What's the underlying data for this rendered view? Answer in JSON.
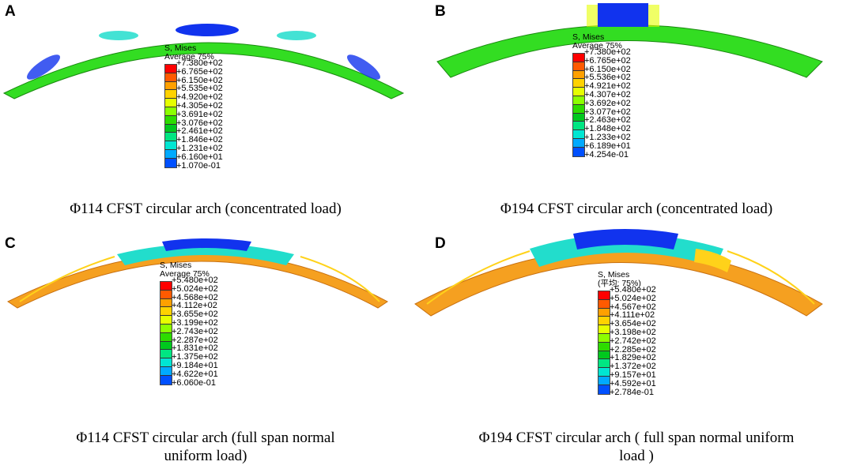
{
  "panels": [
    {
      "label": "A",
      "legend_title": "S, Mises",
      "legend_subtitle": "Average 75%",
      "legend_values": [
        "+7.380e+02",
        "+6.765e+02",
        "+6.150e+02",
        "+5.535e+02",
        "+4.920e+02",
        "+4.305e+02",
        "+3.691e+02",
        "+3.076e+02",
        "+2.461e+02",
        "+1.846e+02",
        "+1.231e+02",
        "+6.160e+01",
        "+1.070e-01"
      ],
      "caption": "Φ114 CFST circular arch (concentrated load)"
    },
    {
      "label": "B",
      "legend_title": "S, Mises",
      "legend_subtitle": "Average 75%",
      "legend_values": [
        "+7.380e+02",
        "+6.765e+02",
        "+6.150e+02",
        "+5.536e+02",
        "+4.921e+02",
        "+4.307e+02",
        "+3.692e+02",
        "+3.077e+02",
        "+2.463e+02",
        "+1.848e+02",
        "+1.233e+02",
        "+6.189e+01",
        "+4.254e-01"
      ],
      "caption": "Φ194 CFST circular arch (concentrated load)"
    },
    {
      "label": "C",
      "legend_title": "S, Mises",
      "legend_subtitle": "Average 75%",
      "legend_values": [
        "+5.480e+02",
        "+5.024e+02",
        "+4.568e+02",
        "+4.112e+02",
        "+3.655e+02",
        "+3.199e+02",
        "+2.743e+02",
        "+2.287e+02",
        "+1.831e+02",
        "+1.375e+02",
        "+9.184e+01",
        "+4.622e+01",
        "+6.060e-01"
      ],
      "caption_lines": [
        "Φ114 CFST circular arch (full span normal",
        "uniform load)"
      ]
    },
    {
      "label": "D",
      "legend_title": "S, Mises",
      "legend_subtitle": "(平均: 75%)",
      "legend_values": [
        "+5.480e+02",
        "+5.024e+02",
        "+4.567e+02",
        "+4.111e+02",
        "+3.654e+02",
        "+3.198e+02",
        "+2.742e+02",
        "+2.285e+02",
        "+1.829e+02",
        "+1.372e+02",
        "+9.157e+01",
        "+4.592e+01",
        "+2.784e-01"
      ],
      "caption_lines": [
        "Φ194 CFST circular arch ( full span normal uniform",
        "load )"
      ]
    }
  ],
  "colors": {
    "contour_scale": [
      "#ff0000",
      "#ff5a00",
      "#ffa000",
      "#ffd200",
      "#e6ff00",
      "#8cff00",
      "#2ddc00",
      "#00c81e",
      "#00e682",
      "#00e6d2",
      "#00aaff",
      "#0050ff",
      "#0000ff"
    ],
    "arch_green": "#33dd22",
    "arch_blue": "#1133ee",
    "arch_cyan": "#22ddcc",
    "arch_orange": "#f5a020",
    "arch_yellow": "#ffd21a"
  }
}
